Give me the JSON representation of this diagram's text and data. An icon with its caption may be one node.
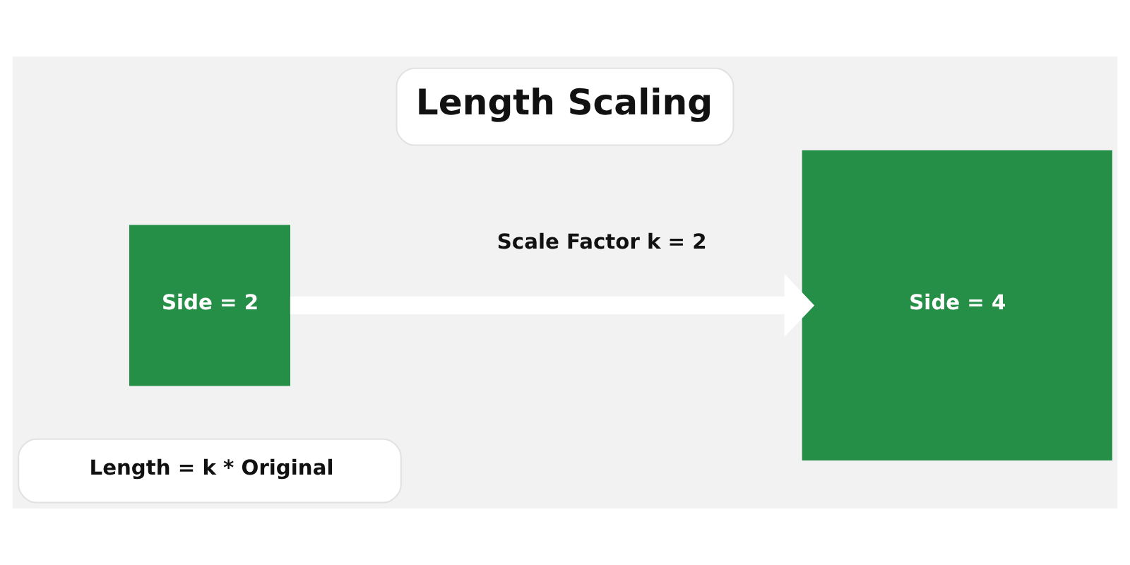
{
  "diagram": {
    "title": "Length Scaling",
    "nodes": [
      {
        "text": [
          "Side = 2"
        ]
      },
      {
        "text": [
          "Side = 4"
        ]
      },
      {
        "text": [
          "Length = k * Original"
        ]
      }
    ],
    "edges": [
      {
        "from": 0,
        "to": 1,
        "arrow": "to",
        "label": "Scale Factor k = 2"
      }
    ]
  }
}
